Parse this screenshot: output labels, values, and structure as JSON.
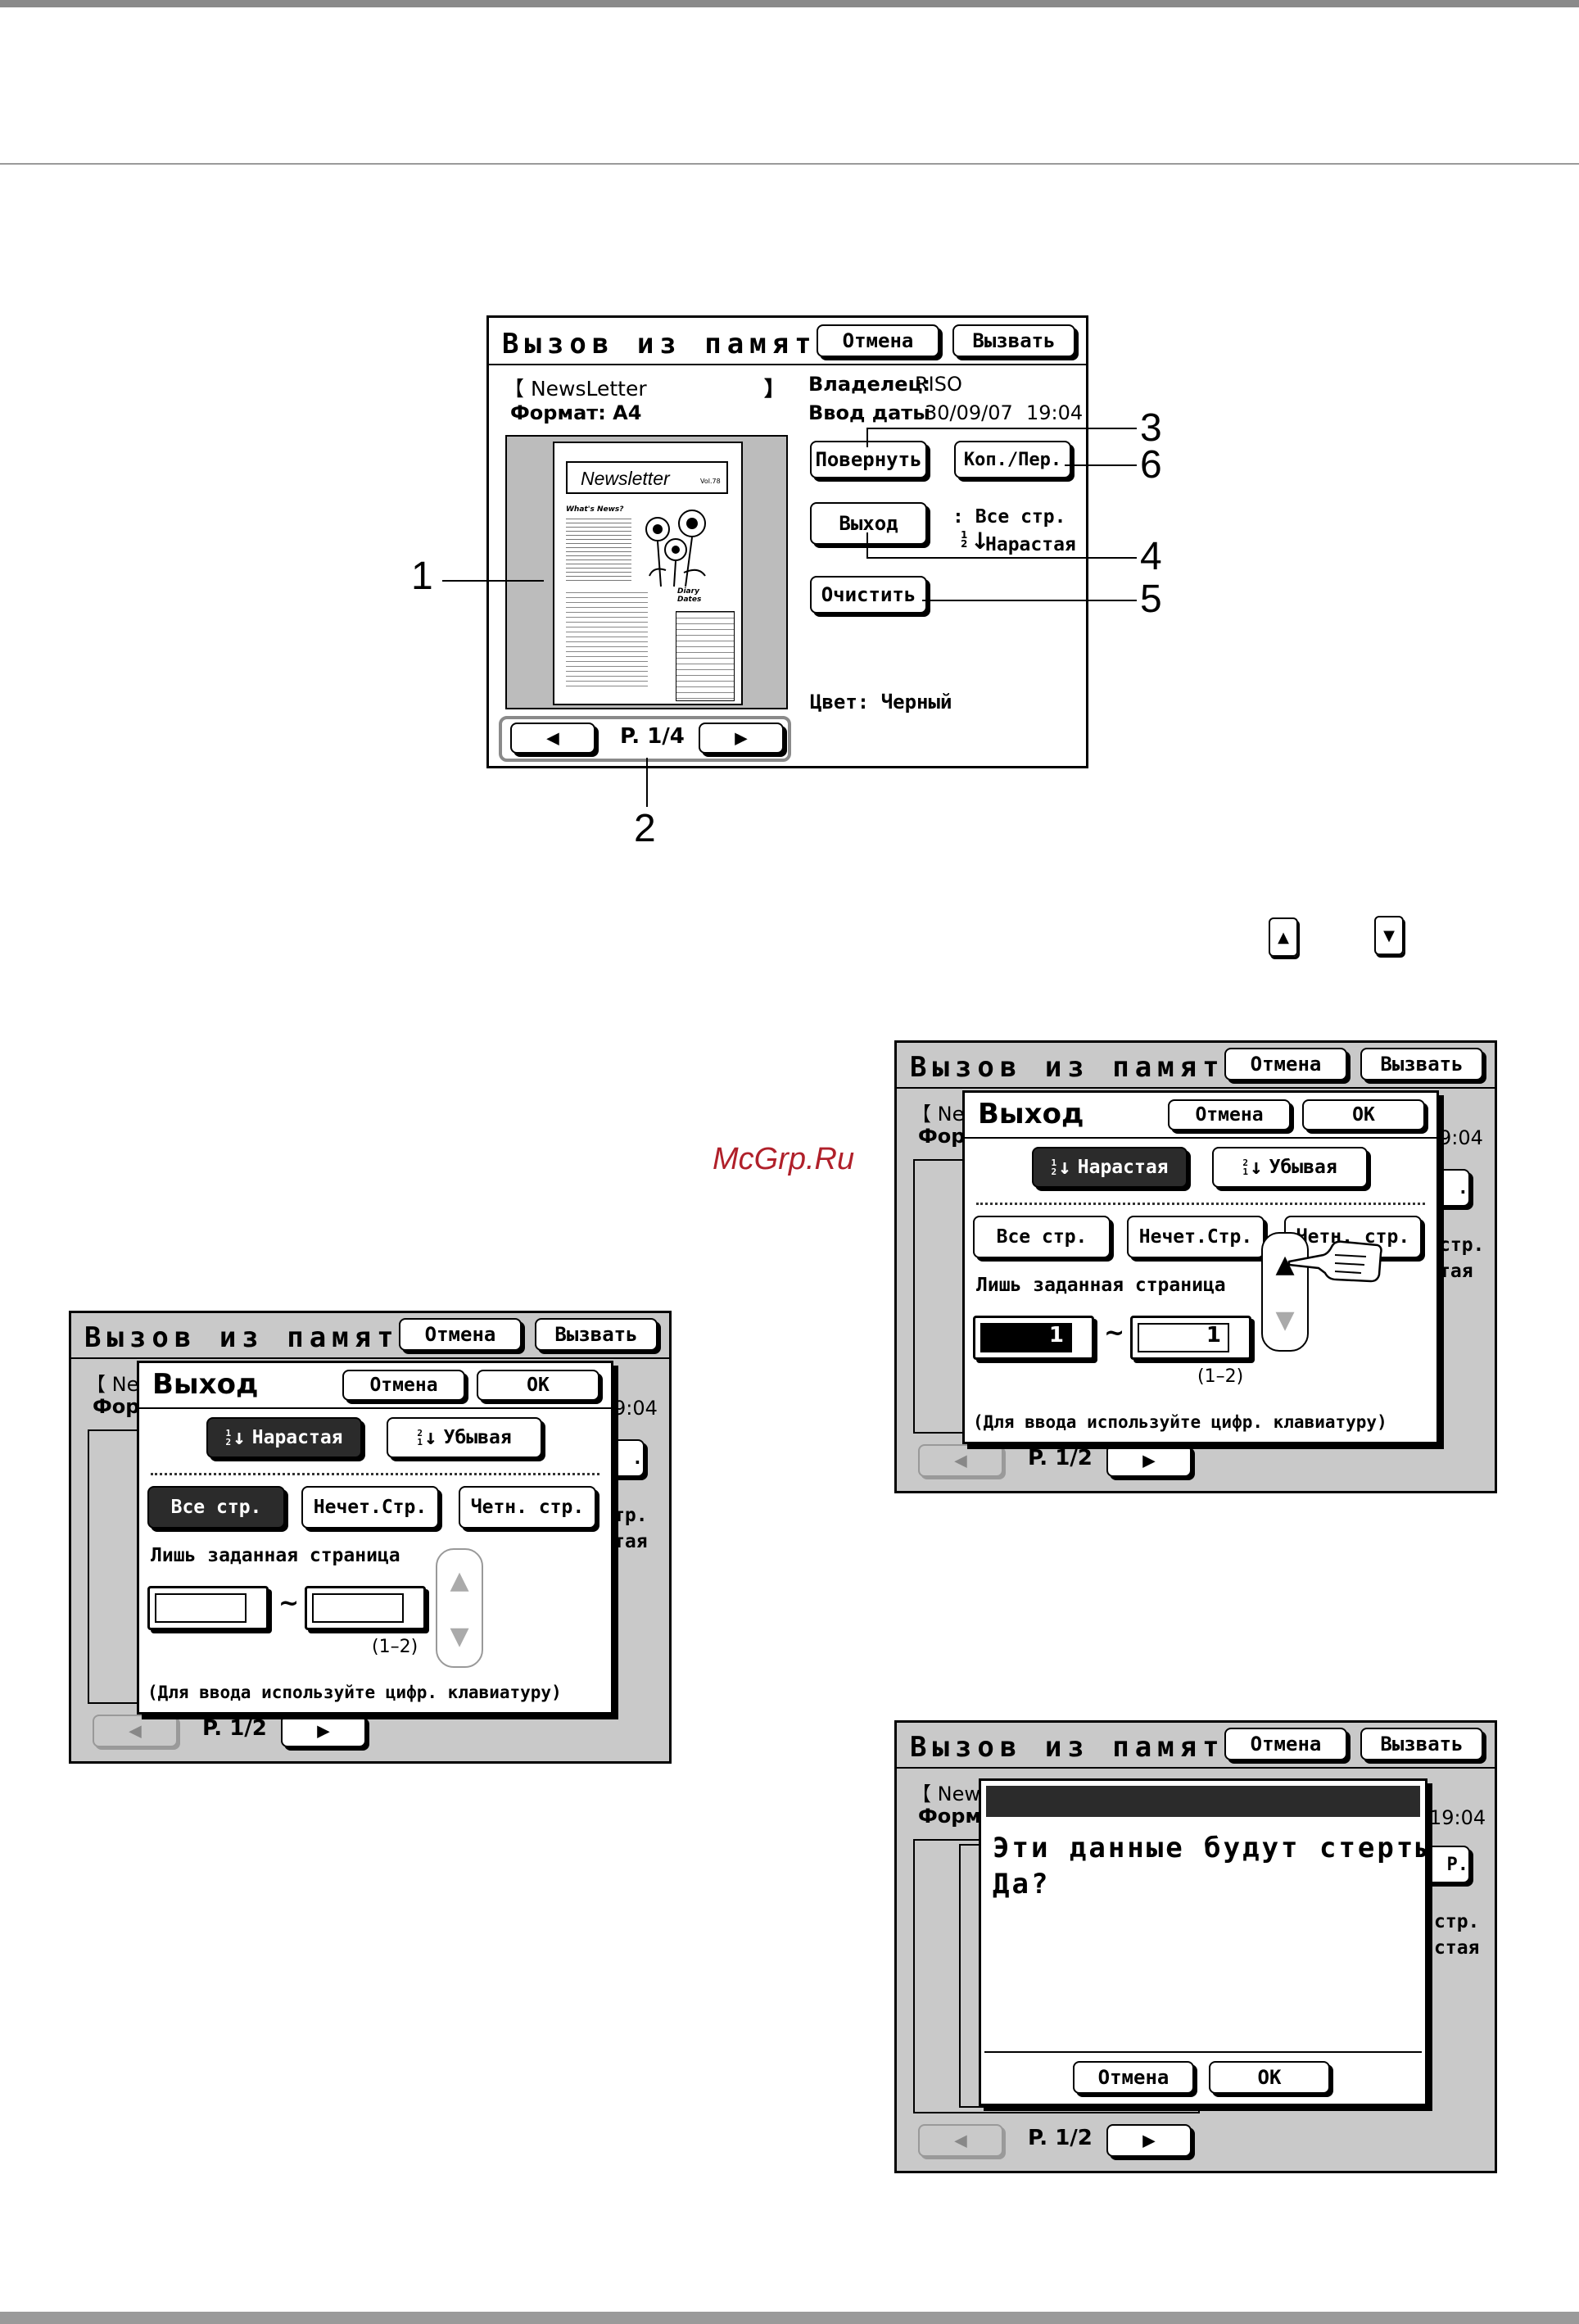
{
  "watermark": "McGrp.Ru",
  "main_screen": {
    "title": "Вызов из памяти",
    "cancel_label": "Отмена",
    "recall_label": "Вызвать",
    "doc_name": "【 NewsLetter",
    "doc_name_close": "】",
    "format_label": "Формат: A4",
    "owner_label": "Владелец:",
    "owner_value": "RISO",
    "date_label": "Ввод даты",
    "date_value": "30/09/07",
    "time_value": "19:04",
    "rotate_label": "Повернуть",
    "copies_label": "Коп./Пер.",
    "output_label": "Выход",
    "output_pages": ": Все стр.",
    "output_order": "Нарастая",
    "clear_label": "Очистить",
    "color_label": "Цвет: Черный",
    "page_label": "P. 1/4",
    "preview_title": "Newsletter",
    "preview_vol": "Vol.78",
    "preview_heading": "What's News?",
    "preview_diary": "Diary Dates"
  },
  "callouts": [
    "1",
    "2",
    "3",
    "4",
    "5",
    "6"
  ],
  "key_icons": [
    "up-arrow-key-icon",
    "down-arrow-key-icon"
  ],
  "output_dialog_left": {
    "bg_title": "Вызов из памяти",
    "bg_cancel": "Отмена",
    "bg_recall": "Вызвать",
    "bg_peek_left1": "【 New",
    "bg_peek_left2": "Форм",
    "bg_peek_time": "9:04",
    "bg_peek_btn": ".",
    "bg_peek_text1": "тр.",
    "bg_peek_text2": "тая",
    "page_label": "P. 1/2",
    "title": "Выход",
    "cancel_label": "Отмена",
    "ok_label": "OK",
    "ascending_label": "Нарастая",
    "descending_label": "Убывая",
    "all_pages_label": "Все стр.",
    "odd_pages_label": "Нечет.Стр.",
    "even_pages_label": "Четн. стр.",
    "specified_label": "Лишь заданная страница",
    "from_value": "",
    "to_value": "",
    "tilde": "~",
    "range_hint": "(1–2)",
    "keypad_hint": "(Для ввода используйте цифр. клавиатуру)"
  },
  "output_dialog_right": {
    "bg_title": "Вызов из памяти",
    "bg_cancel": "Отмена",
    "bg_recall": "Вызвать",
    "bg_peek_left1": "【 New",
    "bg_peek_left2": "Фор",
    "bg_peek_time": "9:04",
    "bg_peek_btn": ".",
    "bg_peek_text1": "стр.",
    "bg_peek_text2": "тая",
    "page_label": "P. 1/2",
    "title": "Выход",
    "cancel_label": "Отмена",
    "ok_label": "OK",
    "ascending_label": "Нарастая",
    "descending_label": "Убывая",
    "all_pages_label": "Все стр.",
    "odd_pages_label": "Нечет.Стр.",
    "even_pages_label": "Четн. стр.",
    "specified_label": "Лишь заданная страница",
    "from_value": "1",
    "to_value": "1",
    "tilde": "~",
    "range_hint": "(1–2)",
    "keypad_hint": "(Для ввода используйте цифр. клавиатуру)"
  },
  "confirm_dialog": {
    "bg_title": "Вызов из памяти",
    "bg_cancel": "Отмена",
    "bg_recall": "Вызвать",
    "bg_peek_left1": "【 News",
    "bg_peek_left2": "Форма",
    "bg_peek_time": "19:04",
    "bg_peek_btn": "Р.",
    "bg_peek_text1": "стр.",
    "bg_peek_text2": "стая",
    "page_label": "P. 1/2",
    "message_line1": "Эти данные будут стерты",
    "message_line2": "Да?",
    "cancel_label": "Отмена",
    "ok_label": "OK"
  }
}
